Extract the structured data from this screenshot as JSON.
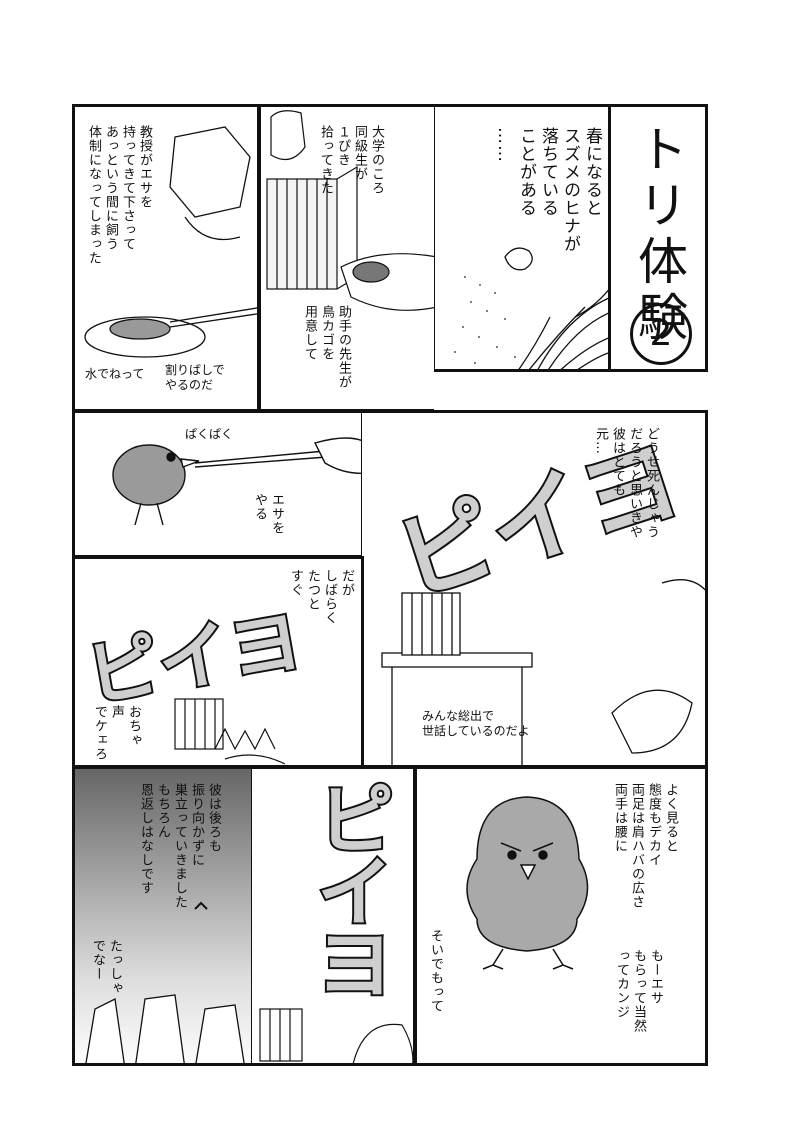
{
  "title": {
    "main": "トリ体験",
    "number": "2"
  },
  "panels": {
    "p1": {
      "narration": "春になると\nスズメのヒナが\n落ちている\nことがある\n……"
    },
    "p2": {
      "narration": "大学のころ\n同級生が\n１ぴき\n拾ってきた",
      "caption": "助手の先生が\n鳥カゴを\n用意して"
    },
    "p3": {
      "narration": "教授がエサを\n持ってきて下さって\nあっという間に飼う\n体制になってしまった",
      "note_left": "水でねって",
      "note_right": "割りばしで\nやるのだ"
    },
    "p4": {
      "sound": "ぱくぱく",
      "caption": "エサを\nやる"
    },
    "p5": {
      "narration": "どうせ死んじゃう\nだろうと思いきや\n彼はとても\n元…",
      "sfx": "ピイヨ",
      "note": "みんな総出で\n世話しているのだよ"
    },
    "p6": {
      "narration": "だが\nしばらく\nたつと\nすぐ",
      "sfx": "ピイヨ",
      "aside": "おちゃ\n声\nでケェろ"
    },
    "p7": {
      "narration": "彼は後ろも\n振り向かずに\n巣立っていきました\nもちろん\n恩返しはなしです",
      "aside": "たっしゃ\nでなー"
    },
    "p8": {
      "sfx": "ピイヨ"
    },
    "p9": {
      "narration": "よく見ると\n態度もデカイ\n両足は肩ハバの広さ\n両手は腰に",
      "aside_left": "そいでもって",
      "aside_right": "もーエサ\nもらって当然\nってカンジ"
    }
  }
}
